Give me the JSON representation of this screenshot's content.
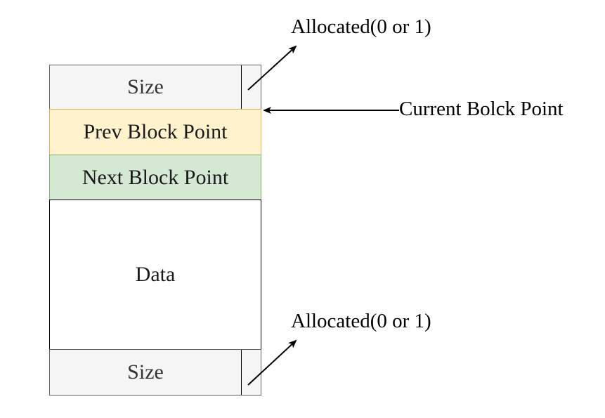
{
  "block": {
    "header_size": "Size",
    "prev": "Prev Block Point",
    "next": "Next Block Point",
    "data": "Data",
    "footer_size": "Size"
  },
  "annotations": {
    "header_allocated": "Allocated(0 or 1)",
    "current_pointer": "Current Bolck Point",
    "footer_allocated": "Allocated(0 or 1)"
  },
  "colors": {
    "size_fill": "#f5f5f5",
    "size_stroke": "#666666",
    "prev_fill": "#fff2cc",
    "prev_stroke": "#d6b656",
    "next_fill": "#d5e8d4",
    "next_stroke": "#82b366",
    "arrow": "#000000"
  }
}
